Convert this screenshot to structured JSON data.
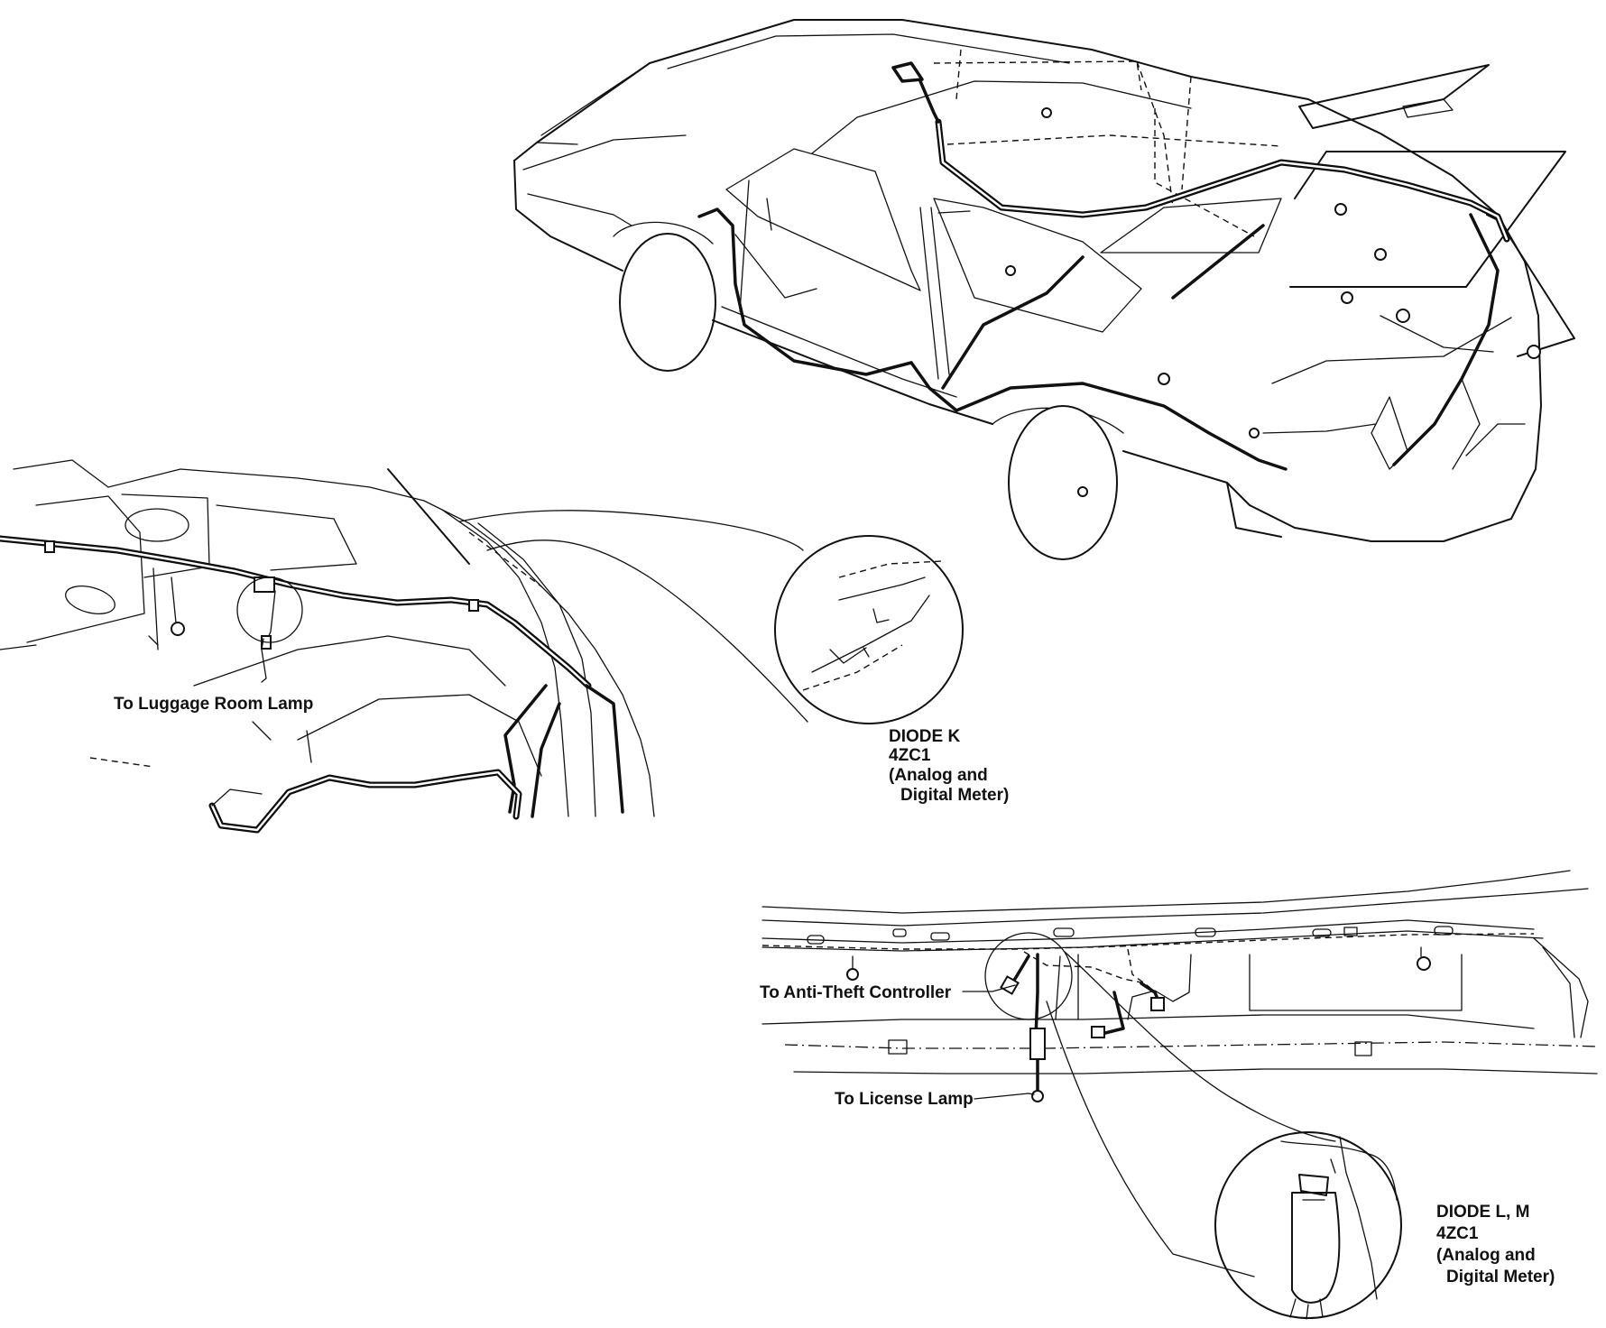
{
  "callouts": {
    "luggage_room_lamp": "To Luggage Room Lamp",
    "anti_theft_controller": "To Anti-Theft Controller",
    "license_lamp": "To License Lamp"
  },
  "diode_k": {
    "name": "DIODE K",
    "code": "4ZC1",
    "note_line1": "(Analog and",
    "note_line2": "Digital Meter)"
  },
  "diode_lm": {
    "name": "DIODE L, M",
    "code": "4ZC1",
    "note_line1": "(Analog and",
    "note_line2": "Digital Meter)"
  },
  "colors": {
    "ink": "#111111",
    "paper": "#ffffff"
  }
}
